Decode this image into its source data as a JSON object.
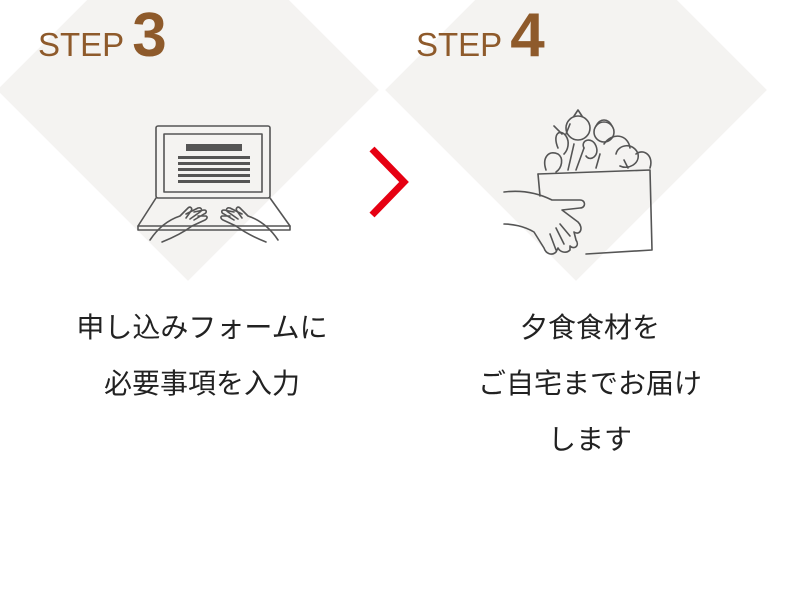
{
  "colors": {
    "accent": "#8e5a2b",
    "arrow": "#e60012",
    "diamond": "#f4f3f1",
    "text": "#222222"
  },
  "steps": [
    {
      "word": "STEP",
      "number": "3",
      "illustration": "laptop-typing-icon",
      "lines": [
        "申し込みフォームに",
        "必要事項を入力"
      ]
    },
    {
      "word": "STEP",
      "number": "4",
      "illustration": "grocery-box-icon",
      "lines": [
        "夕食食材を",
        "ご自宅までお届け",
        "します"
      ]
    }
  ],
  "connector_icon": "chevron-right-icon"
}
